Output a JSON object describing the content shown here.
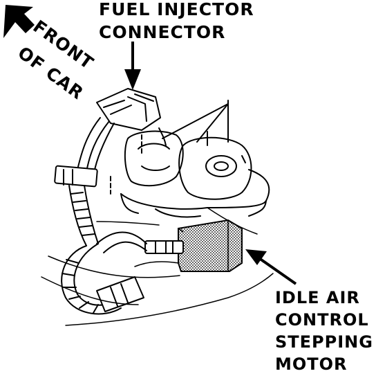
{
  "labels": {
    "front_line1": "FRONT",
    "front_line2": "OF CAR",
    "injector_line1": "FUEL INJECTOR",
    "injector_line2": "CONNECTOR",
    "iac_line1": "IDLE AIR",
    "iac_line2": "CONTROL",
    "iac_line3": "STEPPING",
    "iac_line4": "MOTOR"
  },
  "colors": {
    "ink": "#000000",
    "background": "#ffffff",
    "motor_shade": "#8a8a8a"
  }
}
